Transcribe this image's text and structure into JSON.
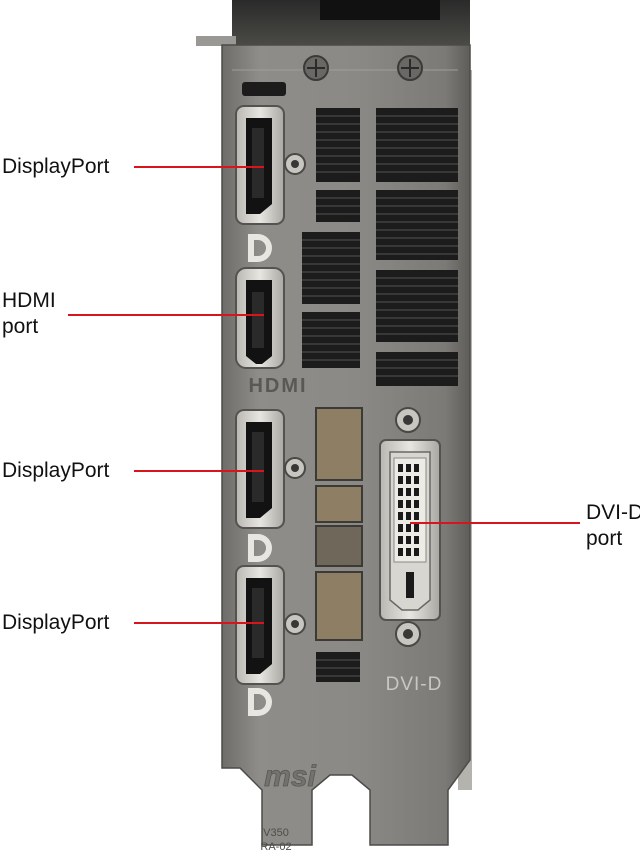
{
  "labels": {
    "displayport_top": "DisplayPort",
    "hdmi_line1": "HDMI",
    "hdmi_line2": "port",
    "displayport_middle": "DisplayPort",
    "displayport_bottom": "DisplayPort",
    "dvi_line1": "DVI-D",
    "dvi_line2": "port"
  },
  "bracket_markings": {
    "hdmi_logo": "HDMI",
    "dvi_label": "DVI-D",
    "brand": "msi",
    "code_line1": "V350",
    "code_line2": "RA-02"
  },
  "colors": {
    "pointer_line": "#d8141c",
    "bracket_metal": "#8a8884",
    "port_shell": "#dcdad4",
    "vent_dark": "#1c1c1c"
  },
  "icons": [
    "displayport-logo-icon",
    "screw-icon",
    "hex-standoff-icon"
  ]
}
